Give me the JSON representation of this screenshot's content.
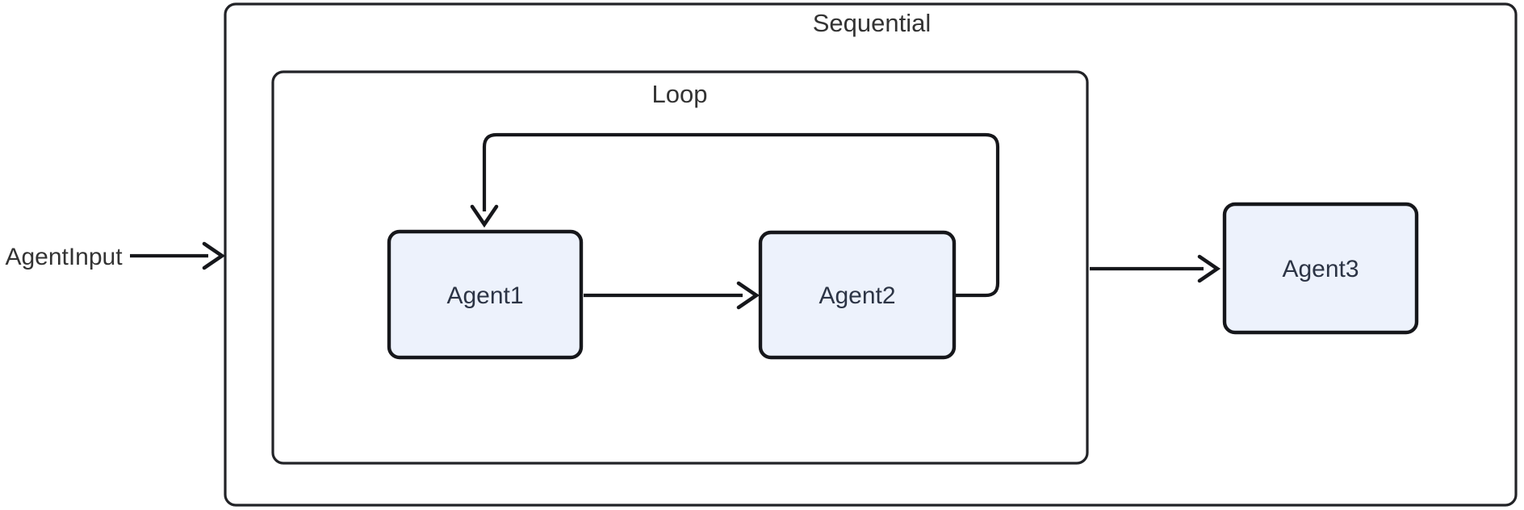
{
  "diagram": {
    "type": "flowchart",
    "containers": {
      "sequential": {
        "label": "Sequential"
      },
      "loop": {
        "label": "Loop"
      }
    },
    "nodes": {
      "agent1": {
        "label": "Agent1"
      },
      "agent2": {
        "label": "Agent2"
      },
      "agent3": {
        "label": "Agent3"
      }
    },
    "input": {
      "label": "AgentInput"
    },
    "edges": [
      {
        "from": "AgentInput",
        "to": "Sequential",
        "style": "arrow"
      },
      {
        "from": "Agent1",
        "to": "Agent2",
        "style": "arrow"
      },
      {
        "from": "Agent2",
        "to": "Agent1",
        "style": "loop-back arrow"
      },
      {
        "from": "Loop",
        "to": "Agent3",
        "style": "arrow"
      }
    ],
    "colors": {
      "background": "#ffffff",
      "node_fill": "#edf2fc",
      "node_border": "#16171b",
      "container_border": "#222327",
      "edge": "#16171b",
      "label_text": "#333333",
      "node_label_text": "#2c3445"
    }
  }
}
